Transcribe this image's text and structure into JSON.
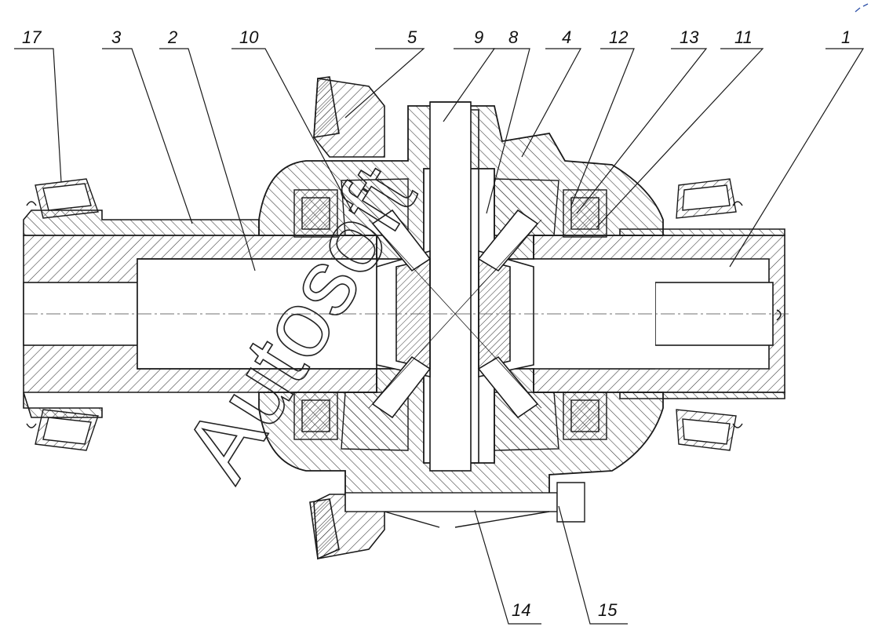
{
  "figure": {
    "callouts": [
      {
        "id": "17",
        "label": "17"
      },
      {
        "id": "3",
        "label": "3"
      },
      {
        "id": "2",
        "label": "2"
      },
      {
        "id": "10",
        "label": "10"
      },
      {
        "id": "5",
        "label": "5"
      },
      {
        "id": "9",
        "label": "9"
      },
      {
        "id": "8",
        "label": "8"
      },
      {
        "id": "4",
        "label": "4"
      },
      {
        "id": "12",
        "label": "12"
      },
      {
        "id": "13",
        "label": "13"
      },
      {
        "id": "11",
        "label": "11"
      },
      {
        "id": "1",
        "label": "1"
      },
      {
        "id": "14",
        "label": "14"
      },
      {
        "id": "15",
        "label": "15"
      }
    ],
    "watermark": "Autosoft"
  },
  "colors": {
    "line": "#1a1a1a",
    "hatch": "#333333",
    "background": "#ffffff"
  }
}
